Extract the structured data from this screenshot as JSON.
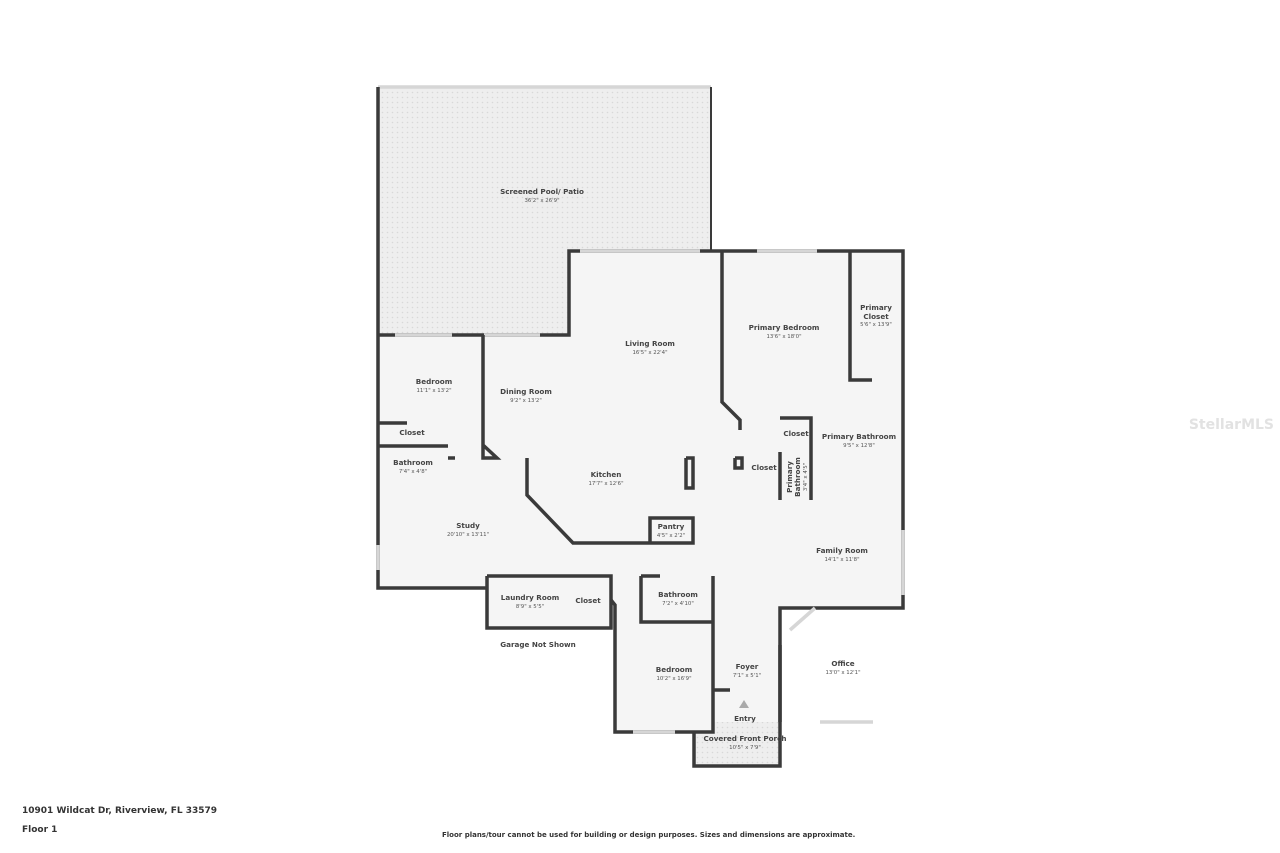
{
  "rooms": {
    "patio": {
      "name": "Screened Pool/ Patio",
      "dims": "36'2\" x 26'9\""
    },
    "living": {
      "name": "Living Room",
      "dims": "16'5\" x 22'4\""
    },
    "primary_bedroom": {
      "name": "Primary Bedroom",
      "dims": "13'6\" x 18'0\""
    },
    "primary_closet": {
      "name1": "Primary",
      "name2": "Closet",
      "dims": "5'6\" x 13'9\""
    },
    "bedroom1": {
      "name": "Bedroom",
      "dims": "11'1\" x 13'2\""
    },
    "dining": {
      "name": "Dining Room",
      "dims": "9'2\" x 13'2\""
    },
    "closet1": {
      "name": "Closet"
    },
    "bathroom1": {
      "name": "Bathroom",
      "dims": "7'4\" x 4'8\""
    },
    "kitchen": {
      "name": "Kitchen",
      "dims": "17'7\" x 12'6\""
    },
    "closet2": {
      "name": "Closet"
    },
    "closet3": {
      "name": "Closet"
    },
    "primary_bathroom": {
      "name": "Primary Bathroom",
      "dims": "9'5\" x 12'8\""
    },
    "primary_bathroom_small": {
      "name1": "Primary",
      "name2": "Bathroom",
      "dims": "3'4\" x 4'5\""
    },
    "study": {
      "name": "Study",
      "dims": "20'10\" x 13'11\""
    },
    "pantry": {
      "name": "Pantry",
      "dims": "4'5\" x 2'2\""
    },
    "family": {
      "name": "Family Room",
      "dims": "14'1\" x 11'8\""
    },
    "laundry": {
      "name": "Laundry Room",
      "dims": "8'9\" x 5'5\""
    },
    "closet4": {
      "name": "Closet"
    },
    "bathroom2": {
      "name": "Bathroom",
      "dims": "7'2\" x 4'10\""
    },
    "bedroom2": {
      "name": "Bedroom",
      "dims": "10'2\" x 16'9\""
    },
    "foyer": {
      "name": "Foyer",
      "dims": "7'1\" x 5'1\""
    },
    "office": {
      "name": "Office",
      "dims": "13'0\" x 12'1\""
    },
    "entry": {
      "name": "Entry"
    },
    "porch": {
      "name": "Covered Front Porch",
      "dims": "10'5\" x 7'9\""
    }
  },
  "garage_note": "Garage Not Shown",
  "address": "10901 Wildcat Dr, Riverview, FL 33579",
  "floor": "Floor 1",
  "disclaimer": "Floor plans/tour cannot be used for building or design purposes. Sizes and dimensions are approximate.",
  "watermark": "StellarMLS",
  "colors": {
    "wall": "#3a3a3a",
    "floor": "#f4f4f4",
    "outdoor": "#ececec"
  }
}
